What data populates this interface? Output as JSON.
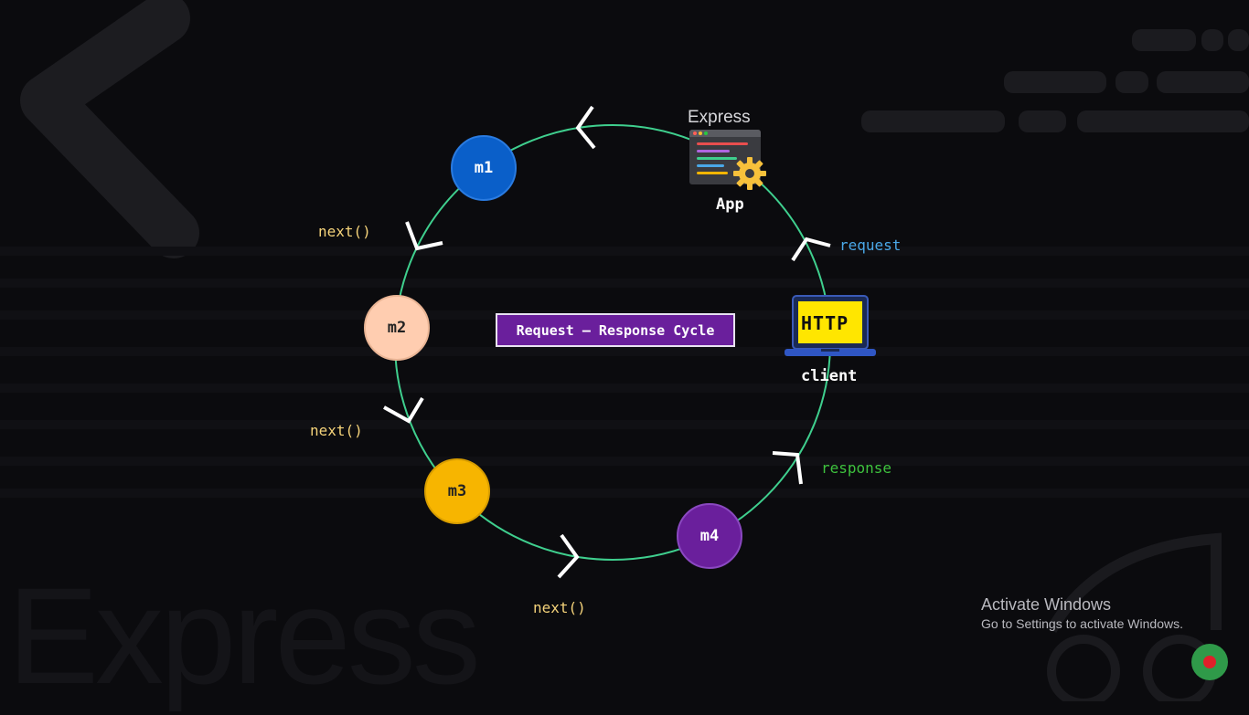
{
  "diagram": {
    "title": "Request – Response Cycle",
    "nodes": [
      {
        "id": "m1",
        "label": "m1",
        "color": "#0a5fc9",
        "text_color": "#ffffff"
      },
      {
        "id": "m2",
        "label": "m2",
        "color": "#ffcdb0",
        "text_color": "#222222"
      },
      {
        "id": "m3",
        "label": "m3",
        "color": "#f7b500",
        "text_color": "#222222"
      },
      {
        "id": "m4",
        "label": "m4",
        "color": "#6a1f9c",
        "text_color": "#ffffff"
      }
    ],
    "app": {
      "brand": "Express",
      "label": "App",
      "icon": "express-app-gear-icon"
    },
    "client": {
      "screen_text": "HTTP",
      "label": "client",
      "icon": "laptop-icon"
    },
    "edges": {
      "request": "request",
      "response": "response",
      "next_1": "next()",
      "next_2": "next()",
      "next_3": "next()"
    },
    "colors": {
      "ring": "#3fcf8e",
      "request_label": "#4aa8e8",
      "response_label": "#3ec23e",
      "next_label": "#f5d37a",
      "arrow": "#ffffff",
      "laptop_screen": "#ffe600"
    }
  },
  "watermark": "Express",
  "system_overlay": {
    "activate_title": "Activate Windows",
    "activate_subtitle": "Go to Settings to activate Windows."
  }
}
